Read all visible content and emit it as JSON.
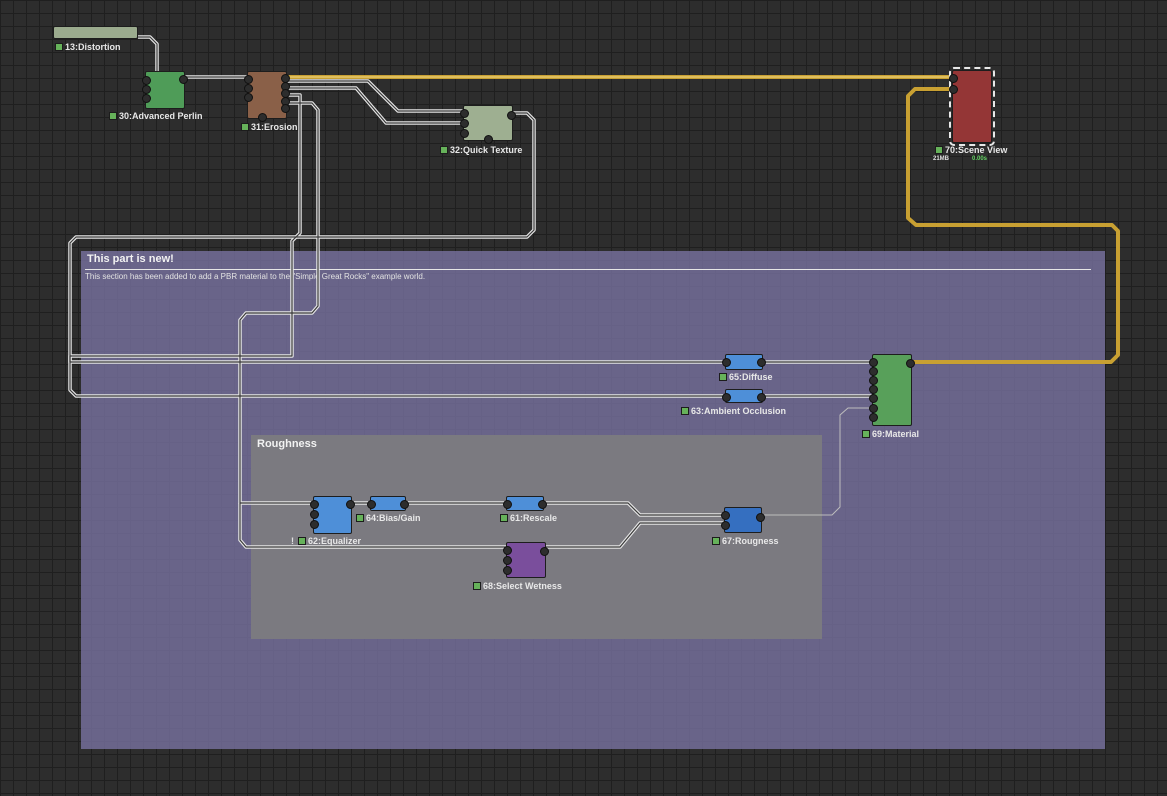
{
  "groups": {
    "new_section": {
      "title": "This part is new!",
      "description": "This section has been added to add a PBR material to the \"Simple Great Rocks\" example world."
    },
    "roughness": {
      "title": "Roughness"
    }
  },
  "nodes": {
    "distortion": {
      "label": "13:Distortion",
      "color": "#9bab8e"
    },
    "perlin": {
      "label": "30:Advanced Perlin",
      "color": "#4f9c58"
    },
    "erosion": {
      "label": "31:Erosion",
      "color": "#8a6048"
    },
    "quick_texture": {
      "label": "32:Quick Texture",
      "color": "#9eaf91"
    },
    "scene_view": {
      "label": "70:Scene View",
      "color": "#943636",
      "memory": "21MB",
      "time": "0.00s"
    },
    "diffuse": {
      "label": "65:Diffuse",
      "color": "#4e8fd8"
    },
    "ambient_occlusion": {
      "label": "63:Ambient Occlusion",
      "color": "#4e8fd8"
    },
    "material": {
      "label": "69:Material",
      "color": "#58a05a"
    },
    "equalizer": {
      "label": "62:Equalizer",
      "color": "#4e8fd8",
      "warning": "!"
    },
    "bias_gain": {
      "label": "64:Bias/Gain",
      "color": "#4e8fd8"
    },
    "rescale": {
      "label": "61:Rescale",
      "color": "#4e8fd8"
    },
    "rougness": {
      "label": "67:Rougness",
      "color": "#356fc0"
    },
    "select_wetness": {
      "label": "68:Select Wetness",
      "color": "#7a4e9c"
    }
  },
  "colors": {
    "wire": "#e6e6e6",
    "wire_highlight": "#c8a032",
    "status_dot": "#66b25a",
    "time_text": "#64d264"
  }
}
